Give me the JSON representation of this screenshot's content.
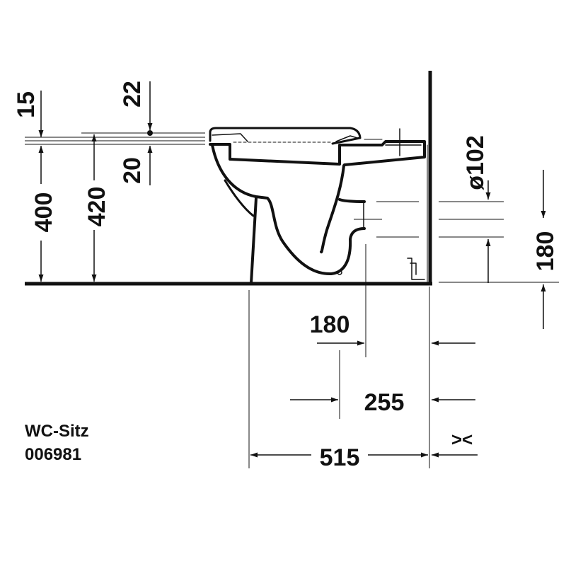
{
  "dimensions": {
    "seat_gap_top": "15",
    "seat_height": "400",
    "seat_height_total": "420",
    "lid_offset_top": "22",
    "lid_offset_bottom": "20",
    "outlet_diameter": "ø102",
    "outlet_height": "180",
    "outlet_distance": "180",
    "pan_depth_outlet": "255",
    "total_depth": "515",
    "wall_gap_symbol": "><"
  },
  "label": {
    "product": "WC-Sitz",
    "article_number": "006981"
  }
}
